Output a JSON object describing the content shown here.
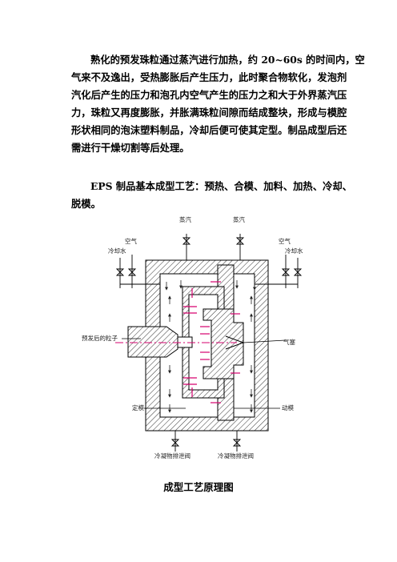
{
  "paragraph1": {
    "lines": [
      "熟化的预发珠粒通过蒸汽进行加热，约 20~60s 的时间内，空",
      "气来不及逸出，受热膨胀后产生压力，此时聚合物软化，发泡剂",
      "汽化后产生的压力和泡孔内空气产生的压力之和大于外界蒸汽压",
      "力，珠粒又再度膨胀，并胀满珠粒间隙而结成整块，形成与模腔",
      "形状相同的泡沫塑料制品，冷却后便可使其定型。制品成型后还",
      "需进行干燥切割等后处理。"
    ]
  },
  "paragraph2": {
    "lines": [
      "EPS 制品基本成型工艺：预热、合模、加料、加热、冷却、",
      "脱模。"
    ]
  },
  "diagram": {
    "label_steam_left": "蒸汽",
    "label_steam_right": "蒸汽",
    "label_air_left": "空气",
    "label_air_right": "空气",
    "label_cooling_water_left": "冷却水",
    "label_cooling_water_right": "冷却水",
    "label_pre_expanded_beads": "预发后的粒子",
    "label_air_plug": "气塞",
    "label_fixed_mold": "定模",
    "label_moving_mold": "动模",
    "label_drain_left": "冷凝物排泄阀",
    "label_drain_right": "冷凝物排泄阀",
    "accent_color": "#d6006e"
  },
  "caption": "成型工艺原理图"
}
